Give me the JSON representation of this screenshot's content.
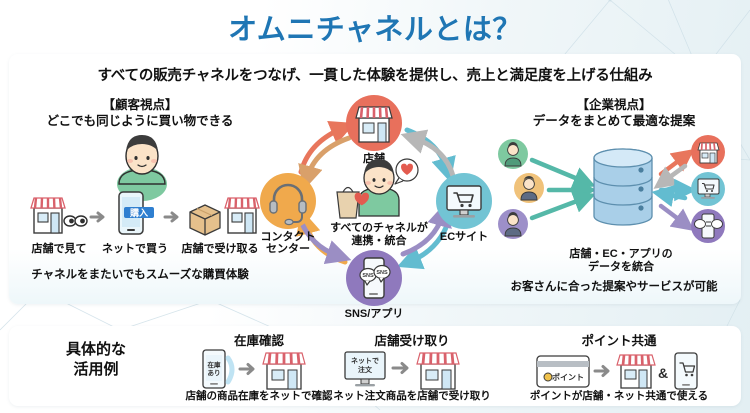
{
  "page": {
    "title": "オムニチャネルとは？",
    "subtitle": "すべての販売チャネルをつなげ、一貫した体験を提供し、売上と満足度を上げる仕組み",
    "title_color": "#1f76b4",
    "background_color": "#e3eff3",
    "card_color": "#ffffff"
  },
  "left_panel": {
    "heading_1": "【顧客視点】",
    "heading_2": "どこでも同じように買い物できる",
    "steps": [
      {
        "label": "店舗で見て",
        "icon": "store-eyes-icon"
      },
      {
        "label": "ネットで買う",
        "icon": "smartphone-buy-icon",
        "button_text": "購入"
      },
      {
        "label": "店舗で受け取る",
        "icon": "parcel-store-icon"
      }
    ],
    "caption": "チャネルをまたいでもスムーズな購買体験"
  },
  "center_hub": {
    "center_text_1": "すべてのチャネルが",
    "center_text_2": "連携・統合",
    "center_icon": "shopper-person-icon",
    "nodes": [
      {
        "label": "店舗",
        "icon": "store-icon",
        "color": "#e8705c",
        "position": "top"
      },
      {
        "label": "ECサイト",
        "icon": "desktop-cart-icon",
        "color": "#72c4d4",
        "position": "right"
      },
      {
        "label": "SNS/アプリ",
        "icon": "sns-phone-icon",
        "color": "#8f79bd",
        "position": "bottom"
      },
      {
        "label": "コンタクト\nセンター",
        "label_line1": "コンタクト",
        "label_line2": "センター",
        "icon": "headset-icon",
        "color": "#f0a94c",
        "position": "left"
      }
    ],
    "arrow_colors": [
      "#e8765c",
      "#d9a06a",
      "#62bcd0",
      "#9b8ec4",
      "#b9b9b9",
      "#f0a94c"
    ]
  },
  "right_panel": {
    "heading_1": "【企業視点】",
    "heading_2": "データをまとめて最適な提案",
    "customers": [
      {
        "icon": "person-avatar-icon",
        "color": "#7ec9a0"
      },
      {
        "icon": "person-avatar-icon",
        "color": "#f0c27a"
      },
      {
        "icon": "person-avatar-icon",
        "color": "#9d8fc9"
      }
    ],
    "database": {
      "icon": "database-icon",
      "color": "#a8cfe8"
    },
    "outputs": [
      {
        "icon": "store-icon",
        "color": "#e8705c"
      },
      {
        "icon": "desktop-cart-icon",
        "color": "#72c4d4"
      },
      {
        "icon": "sns-phone-icon",
        "color": "#8f79bd"
      }
    ],
    "db_label_1": "店舗・EC・アプリの",
    "db_label_2": "データを統合",
    "caption": "お客さんに合った提案やサービスが可能"
  },
  "examples": {
    "section_title_1": "具体的な",
    "section_title_2": "活用例",
    "items": [
      {
        "heading": "在庫確認",
        "from_icon": "smartphone-stock-icon",
        "from_text_1": "在庫",
        "from_text_2": "あり",
        "to_icon": "store-icon",
        "caption": "店舗の商品在庫をネットで確認"
      },
      {
        "heading": "店舗受け取り",
        "from_icon": "desktop-order-icon",
        "from_text_1": "ネットで",
        "from_text_2": "注文",
        "to_icon": "store-icon",
        "caption": "ネット注文商品を店舗で受け取り"
      },
      {
        "heading": "ポイント共通",
        "from_icon": "point-card-icon",
        "from_text_1": "ポイント",
        "to_icon": "store-icon",
        "to_icon_2": "smartphone-cart-icon",
        "ampersand": "&",
        "caption": "ポイントが店舗・ネット共通で使える"
      }
    ]
  }
}
